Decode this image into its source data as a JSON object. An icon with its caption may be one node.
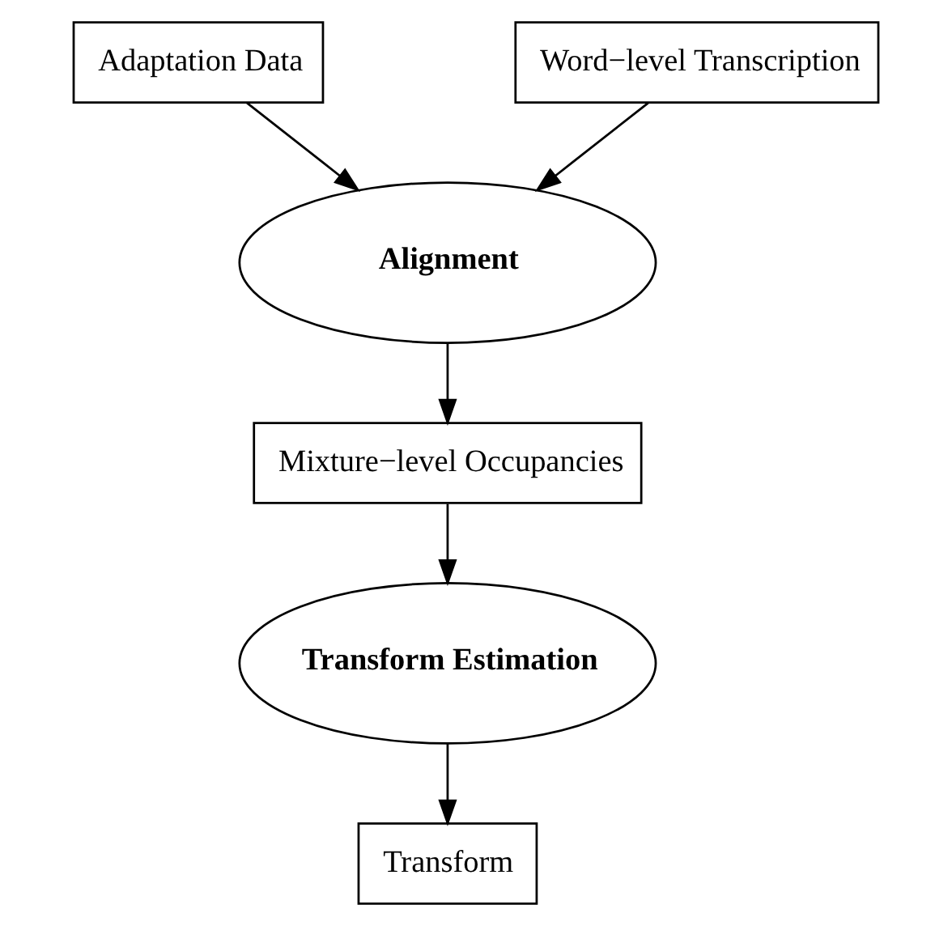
{
  "diagram": {
    "nodes": [
      {
        "text": [
          "Adaptation Data"
        ]
      },
      {
        "text": [
          "Word−level Transcription"
        ]
      },
      {
        "text": [
          "Alignment"
        ]
      },
      {
        "text": [
          "Mixture−level Occupancies"
        ]
      },
      {
        "text": [
          "Transform Estimation"
        ]
      },
      {
        "text": [
          "Transform"
        ]
      }
    ],
    "edges": [
      {
        "from": 0,
        "to": 2,
        "arrow": "to"
      },
      {
        "from": 1,
        "to": 2,
        "arrow": "to"
      },
      {
        "from": 2,
        "to": 3,
        "arrow": "to"
      },
      {
        "from": 3,
        "to": 4,
        "arrow": "to"
      },
      {
        "from": 4,
        "to": 5,
        "arrow": "to"
      }
    ]
  }
}
